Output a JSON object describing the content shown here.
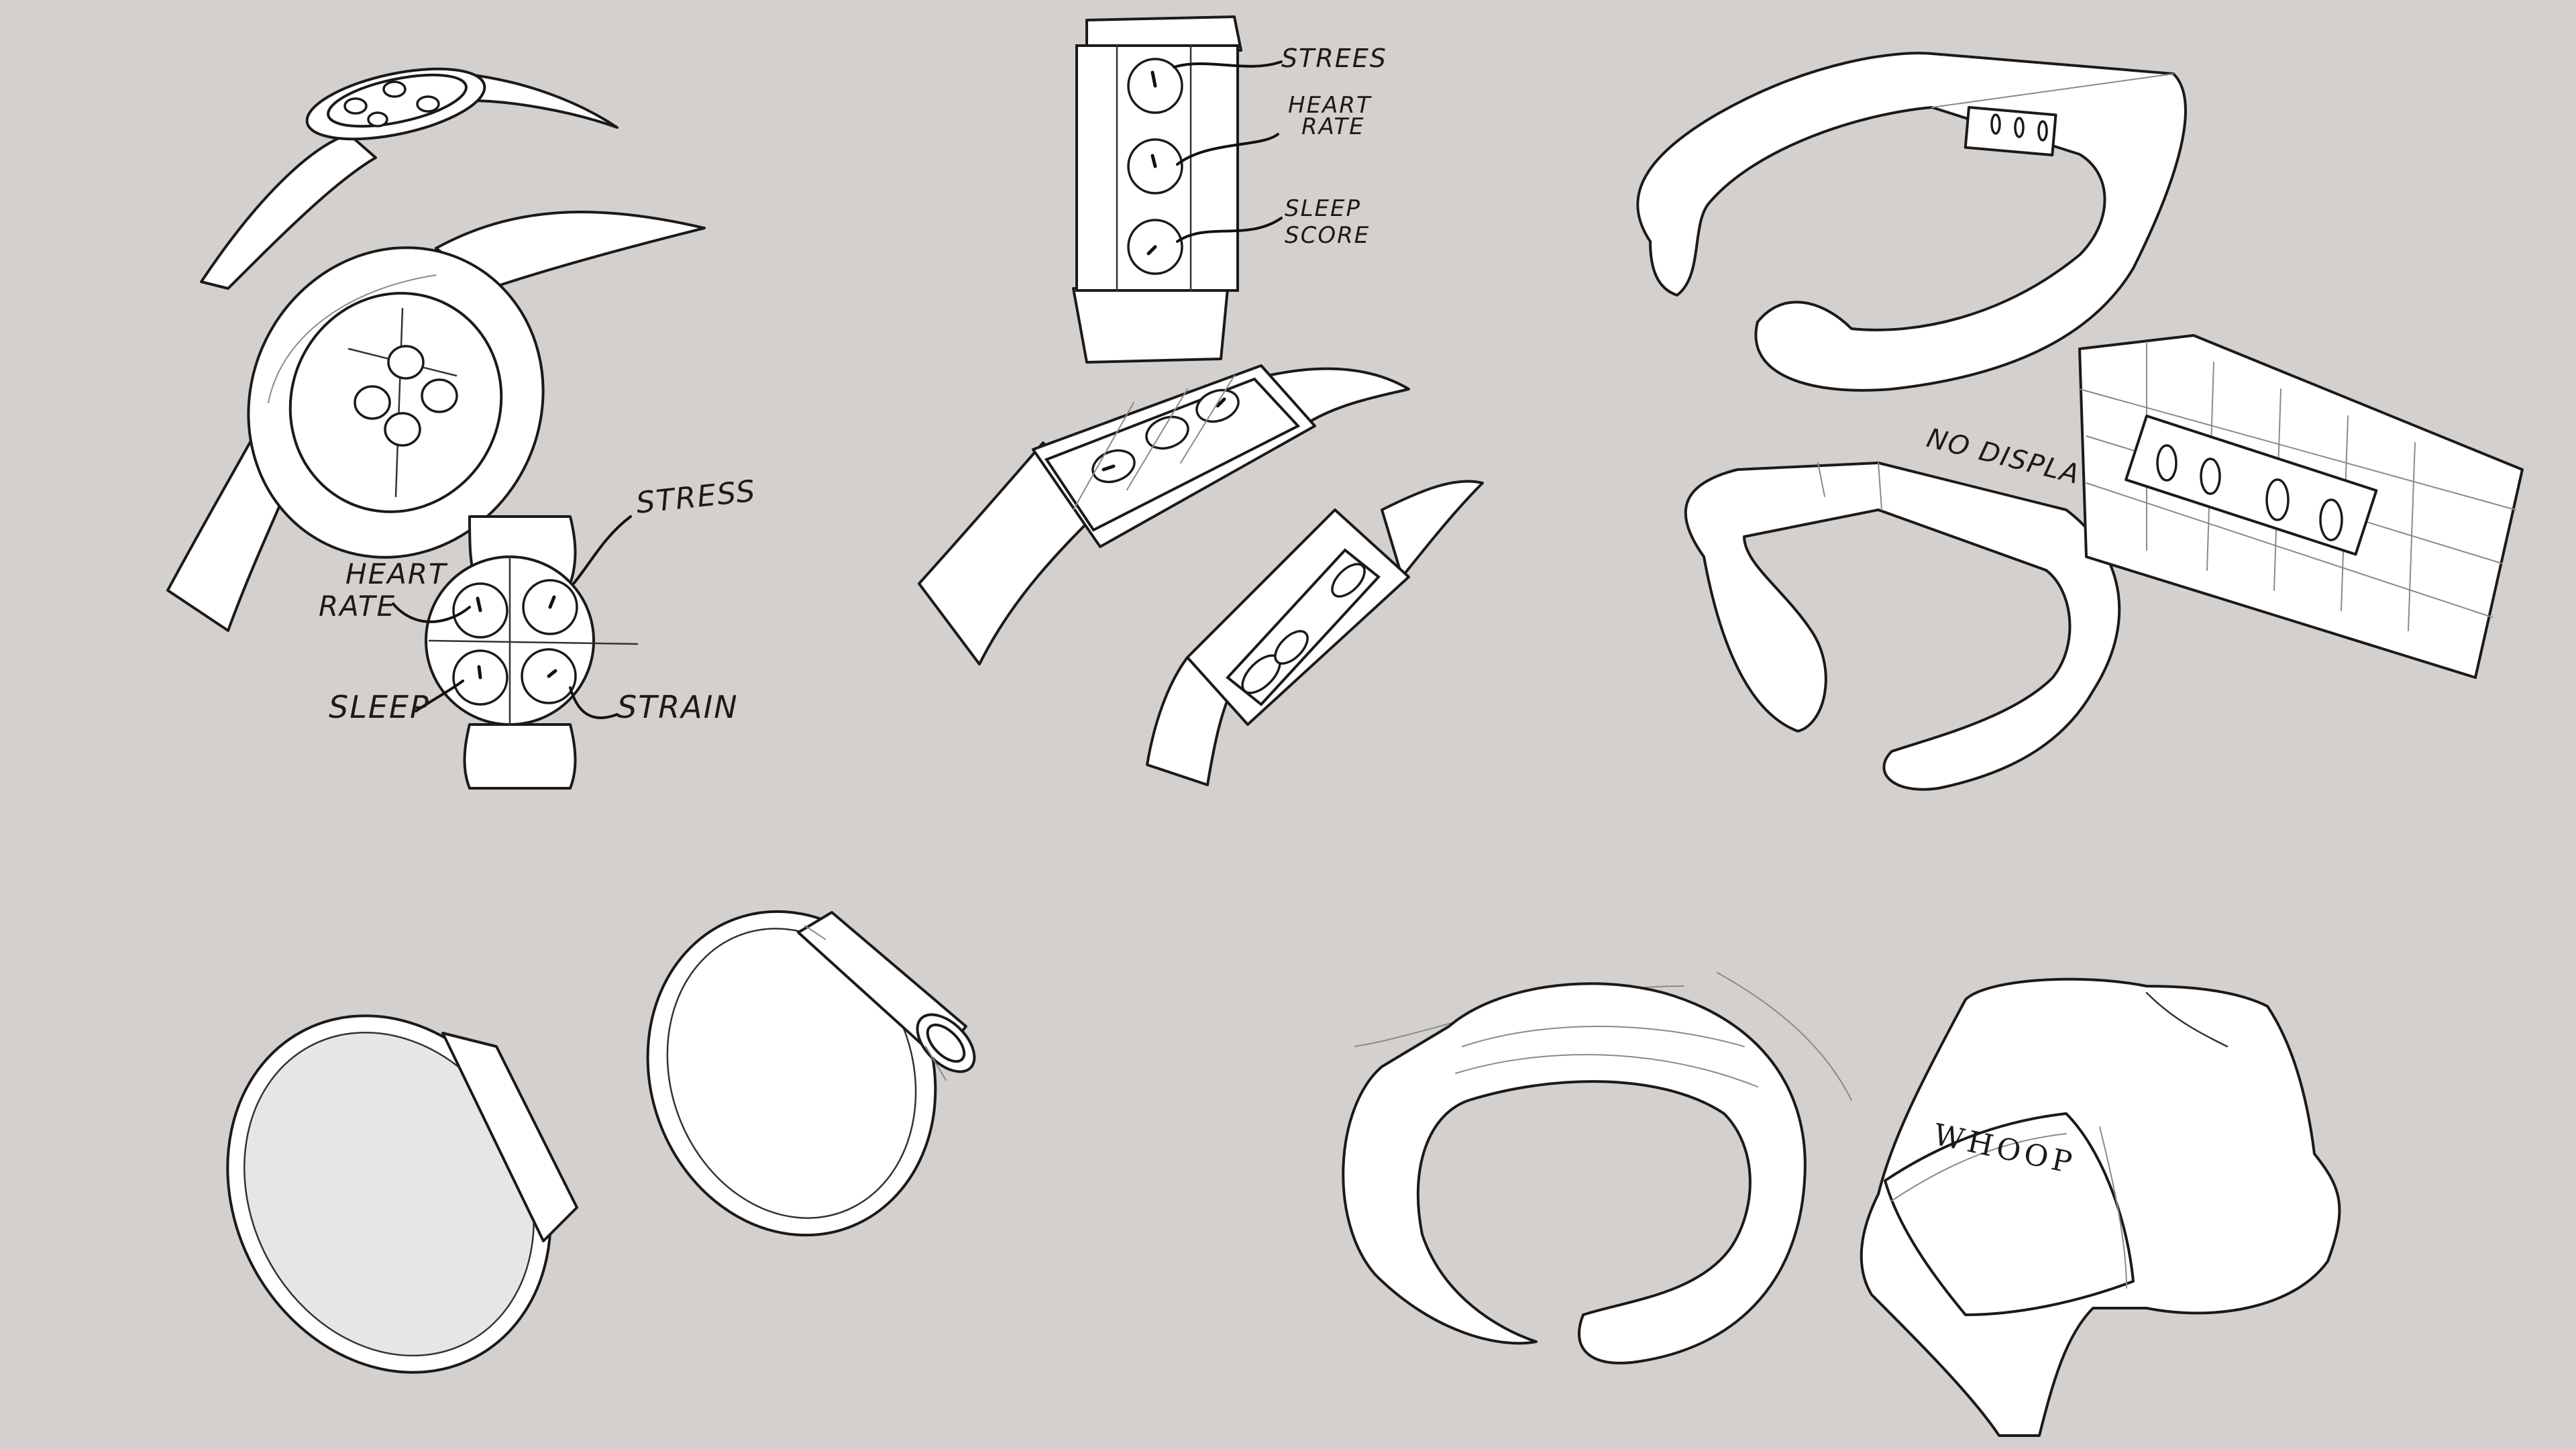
{
  "sketch_sheet": {
    "background_color": "#d4d0cd",
    "ink_color": "#1a1a1a",
    "round_watch_labels": {
      "stress": "STRESS",
      "heart_rate_line1": "HEART",
      "heart_rate_line2": "RATE",
      "sleep": "SLEEP",
      "strain": "STRAIN"
    },
    "rectangular_band_labels": {
      "stress": "STREES",
      "heart_rate_line1": "HEART",
      "heart_rate_line2": "RATE",
      "sleep_score_line1": "SLEEP",
      "sleep_score_line2": "SCORE"
    },
    "cuff_label": "NO DISPLAY",
    "band_brand": "WHOOP"
  }
}
